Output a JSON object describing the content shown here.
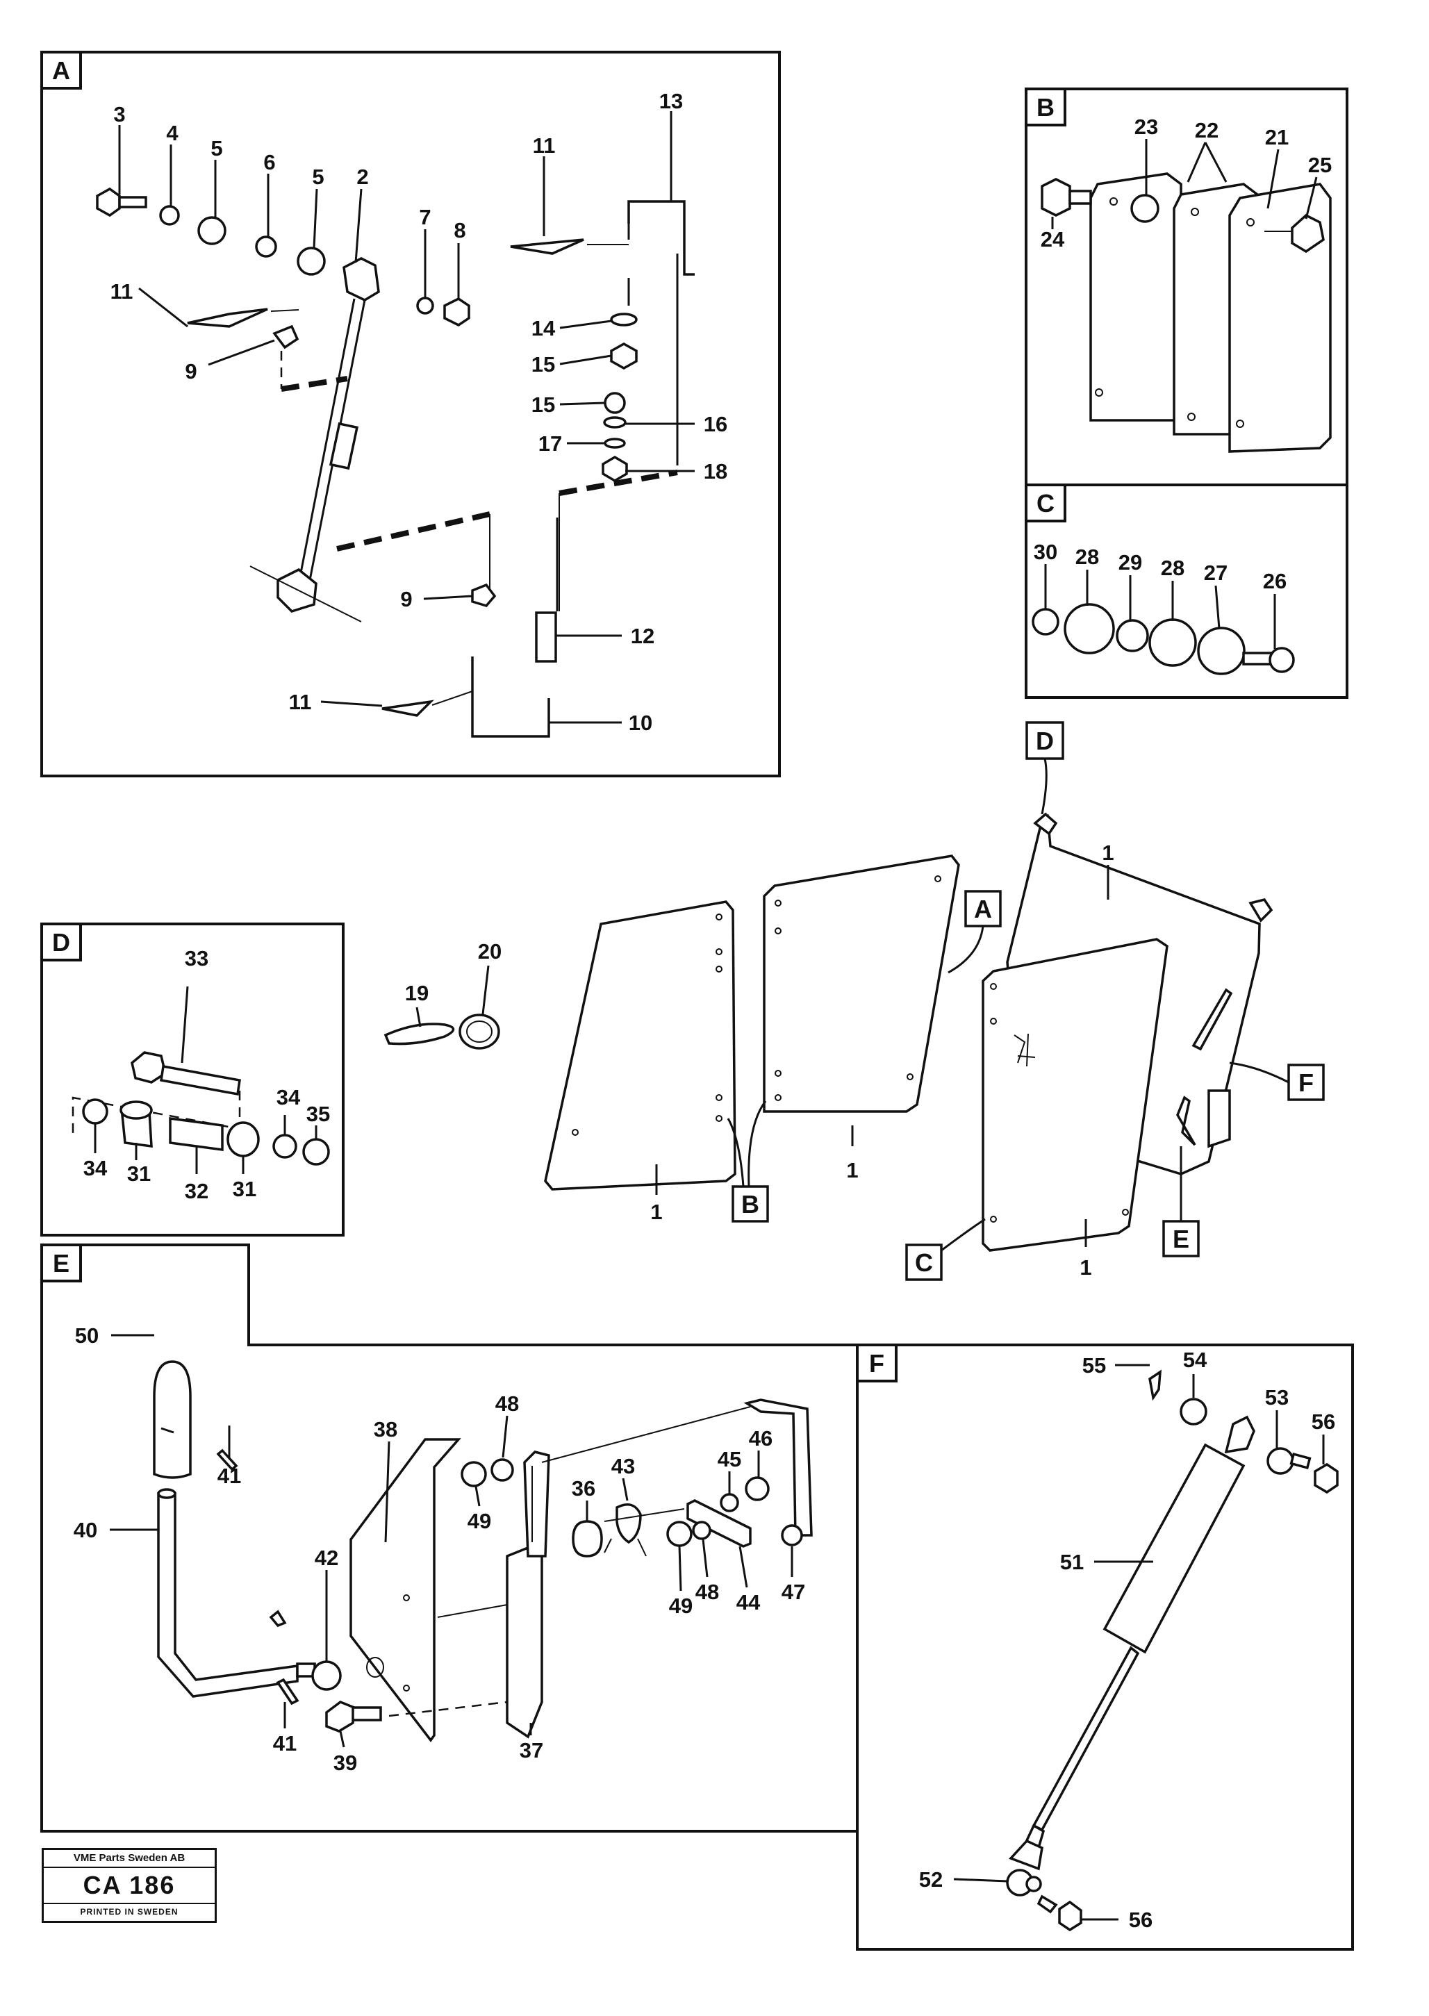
{
  "panels": {
    "A": {
      "tag": "A",
      "labels": [
        "3",
        "4",
        "5",
        "6",
        "5",
        "2",
        "7",
        "8",
        "11",
        "9",
        "13",
        "11",
        "14",
        "15",
        "15",
        "16",
        "17",
        "18",
        "9",
        "12",
        "11",
        "10"
      ]
    },
    "B": {
      "tag": "B",
      "labels": [
        "23",
        "22",
        "21",
        "25",
        "24"
      ]
    },
    "C": {
      "tag": "C",
      "labels": [
        "30",
        "28",
        "29",
        "28",
        "27",
        "26"
      ]
    },
    "D": {
      "tag": "D",
      "labels": [
        "33",
        "34",
        "31",
        "32",
        "31",
        "34",
        "35"
      ]
    },
    "E": {
      "tag": "E",
      "labels": [
        "50",
        "41",
        "40",
        "38",
        "48",
        "36",
        "43",
        "45",
        "46",
        "49",
        "42",
        "41",
        "39",
        "37",
        "48",
        "49",
        "44",
        "47"
      ]
    },
    "F": {
      "tag": "F",
      "labels": [
        "55",
        "54",
        "53",
        "56",
        "51",
        "52",
        "56"
      ]
    }
  },
  "main": {
    "loose_labels": [
      "19",
      "20"
    ],
    "plate_labels": [
      "1",
      "1",
      "1",
      "1"
    ],
    "callouts": [
      "A",
      "B",
      "C",
      "D",
      "E",
      "F"
    ]
  },
  "title_block": {
    "company": "VME Parts Sweden AB",
    "code": "CA 186",
    "printed": "PRINTED IN SWEDEN"
  }
}
